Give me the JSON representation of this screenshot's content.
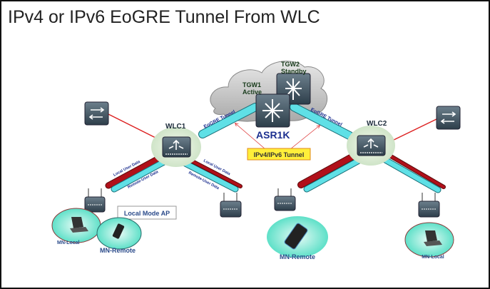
{
  "title": "IPv4 or IPv6 EoGRE Tunnel From WLC",
  "nodes": {
    "tgw1": {
      "name": "TGW1",
      "role": "Active"
    },
    "tgw2": {
      "name": "TGW2",
      "role": "Standby"
    },
    "asr": "ASR1K",
    "wlc1": "WLC1",
    "wlc2": "WLC2",
    "mn_local_1": "MN-Local",
    "mn_remote_1": "MN-Remote",
    "mn_remote_2": "MN-Remote",
    "mn_local_2": "MN-Local"
  },
  "labels": {
    "tunnel_box": "IPv4/IPv6 Tunnel",
    "local_mode_ap": "Local Mode AP",
    "eogre_left": "EoGRE Tunnel",
    "eogre_right": "EoGRE Tunnel",
    "local_user_data_1": "Local User Data",
    "remote_user_data_1": "Remote-User Data",
    "local_user_data_2": "Local User Data",
    "remote_user_data_2": "Remote-User Data"
  },
  "colors": {
    "tunnel_cyan": "#5fe0e6",
    "local_red": "#b0101a",
    "label_blue": "#1c2f8f",
    "box_yellow": "#ffef3a"
  }
}
